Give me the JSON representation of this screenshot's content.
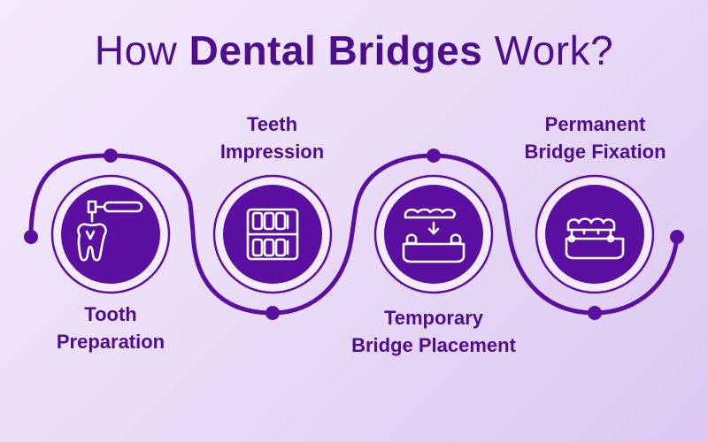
{
  "title": {
    "pre": "How ",
    "bold": "Dental Bridges",
    "post": " Work?"
  },
  "steps": [
    {
      "line1": "Tooth",
      "line2": "Preparation",
      "icon": "tooth-drill-icon"
    },
    {
      "line1": "Teeth",
      "line2": "Impression",
      "icon": "dental-impression-icon"
    },
    {
      "line1": "Temporary",
      "line2": "Bridge Placement",
      "icon": "temporary-bridge-icon"
    },
    {
      "line1": "Permanent",
      "line2": "Bridge Fixation",
      "icon": "permanent-bridge-icon"
    }
  ],
  "colors": {
    "primary": "#5b0fa0",
    "dark": "#4e0d8c",
    "background_start": "#f3eafb",
    "background_end": "#dcc8f1"
  }
}
